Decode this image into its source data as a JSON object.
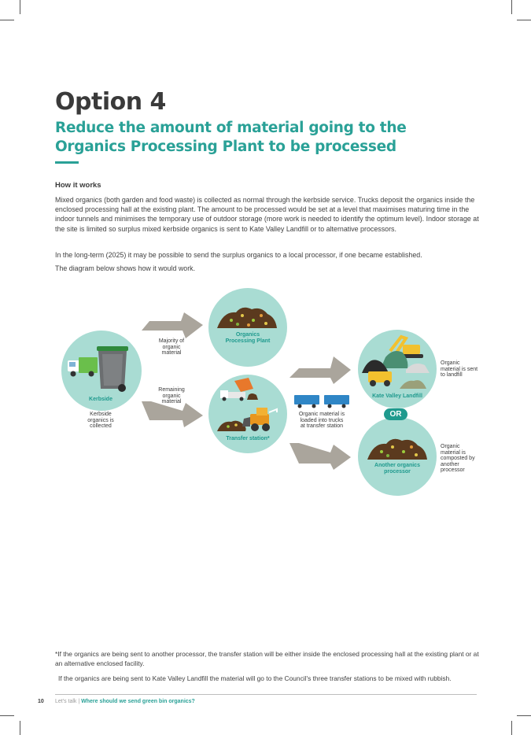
{
  "page": {
    "title": "Option 4",
    "subtitle": "Reduce the amount of material going to the Organics Processing Plant to be processed"
  },
  "how_it_works": {
    "heading": "How it works",
    "paragraphs": [
      "Mixed organics (both garden and food waste) is collected as normal through the kerbside service. Trucks deposit the organics inside the enclosed processing hall at the existing plant. The amount to be processed would be set at a level that maximises maturing time in the indoor tunnels and minimises the temporary use of outdoor storage (more work is needed to identify the optimum level). Indoor storage at the site is limited so surplus mixed kerbside organics is sent to Kate Valley Landfill or to alternative processors.",
      "In the long-term (2025) it may be possible to send the surplus organics to a local processor, if one became established.",
      "The diagram below shows how it would work."
    ]
  },
  "diagram": {
    "kerbside_label": "Kerbside",
    "kerbside_note": "Kerbside organics is collected",
    "majority_note": "Majority of organic material",
    "remaining_note": "Remaining organic material",
    "plant_label": "Organics Processing Plant",
    "transfer_label": "Transfer station*",
    "loaded_note": "Organic material is loaded into trucks at transfer station",
    "landfill_label": "Kate Valley Landfill",
    "landfill_note": "Organic material is sent to landfill",
    "or_label": "OR",
    "processor_label": "Another organics processor",
    "processor_note": "Organic material is composted by another processor",
    "colors": {
      "circle": "#a9dcd3",
      "accent": "#1f9a8e",
      "arrow": "#aaa59c"
    }
  },
  "footnotes": [
    "*If the organics are being sent to another processor, the transfer station will be either inside the enclosed processing hall at the existing plant or at an alternative enclosed facility.",
    "If the organics are being sent to Kate Valley Landfill the material will go to the Council's three transfer stations to be mixed with rubbish."
  ],
  "footer": {
    "page_number": "10",
    "doc_name": "Let's talk",
    "separator": "|",
    "doc_section": "Where should we send green bin organics?"
  }
}
